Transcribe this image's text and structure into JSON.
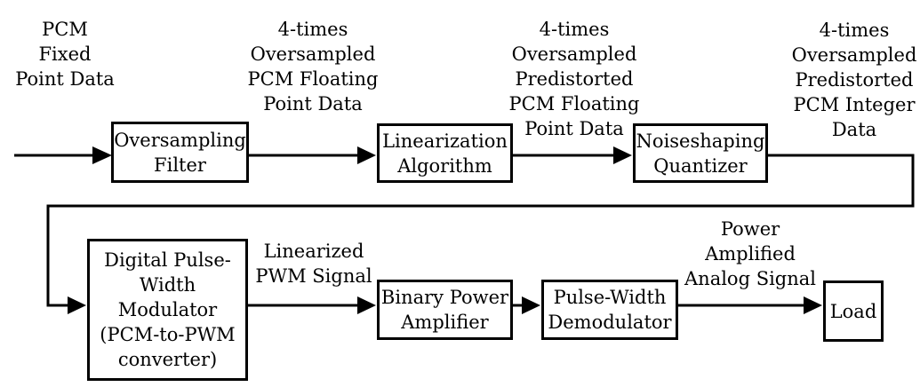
{
  "diagram": {
    "description": "Signal flow block diagram of a digital PCM-to-PWM audio power amplification chain",
    "colors": {
      "background": "#ffffff",
      "line": "#000000",
      "text": "#000000"
    },
    "boxes": [
      {
        "id": "oversampling-filter",
        "label": "Oversampling\nFilter"
      },
      {
        "id": "linearization-algorithm",
        "label": "Linearization\nAlgorithm"
      },
      {
        "id": "noiseshaping-quantizer",
        "label": "Noiseshaping\nQuantizer"
      },
      {
        "id": "digital-pwm",
        "label": "Digital Pulse-\nWidth\nModulator\n(PCM-to-PWM\nconverter)"
      },
      {
        "id": "binary-power-amplifier",
        "label": "Binary Power\nAmplifier"
      },
      {
        "id": "pulse-width-demodulator",
        "label": "Pulse-Width\nDemodulator"
      },
      {
        "id": "load",
        "label": "Load"
      }
    ],
    "signal_labels": [
      {
        "id": "input-signal",
        "text": "PCM\nFixed\nPoint Data"
      },
      {
        "id": "oversampled-signal",
        "text": "4-times\nOversampled\nPCM Floating\nPoint Data"
      },
      {
        "id": "predistorted-float-signal",
        "text": "4-times\nOversampled\nPredistorted\nPCM Floating\nPoint Data"
      },
      {
        "id": "predistorted-integer-signal",
        "text": "4-times\nOversampled\nPredistorted\nPCM Integer\nData"
      },
      {
        "id": "pwm-signal",
        "text": "Linearized\nPWM Signal"
      },
      {
        "id": "analog-signal",
        "text": "Power\nAmplified\nAnalog Signal"
      }
    ]
  }
}
